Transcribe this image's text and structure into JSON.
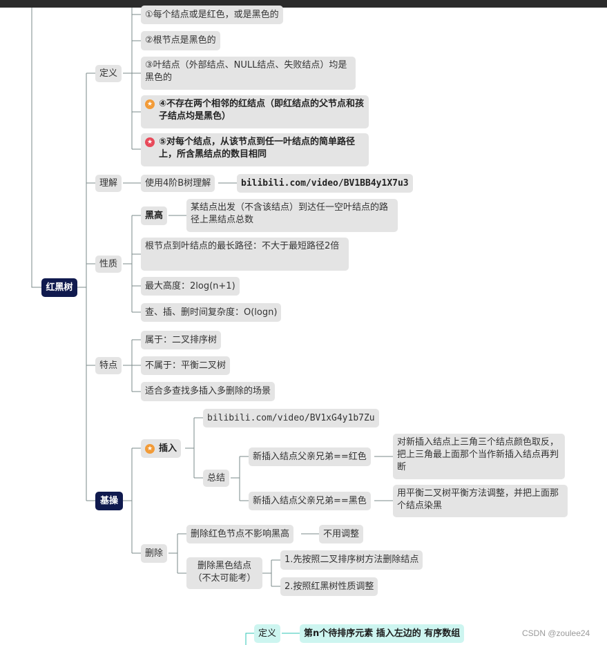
{
  "colors": {
    "root_bg": "#101a4e",
    "node_bg": "#e4e4e4",
    "line": "#7a8a8a",
    "teal_node": "#cdf5f0",
    "teal_line": "#2ec4b6",
    "badge_orange": "#f29b38",
    "badge_red": "#e84a5a"
  },
  "root": "红黑树",
  "def": {
    "label": "定义",
    "items": [
      "①每个结点或是红色，或是黑色的",
      "②根节点是黑色的",
      "③叶结点（外部结点、NULL结点、失败结点）均是黑色的",
      "④不存在两个相邻的红结点（即红结点的父节点和孩子结点均是黑色）",
      "⑤对每个结点，从该节点到任一叶结点的简单路径上，所含黑结点的数目相同"
    ],
    "icons": [
      "star-badge-orange",
      "star-badge-red"
    ]
  },
  "understand": {
    "label": "理解",
    "method": "使用4阶B树理解",
    "link": "bilibili.com/video/BV1BB4y1X7u3"
  },
  "props": {
    "label": "性质",
    "black_height": "黑高",
    "black_height_desc": "某结点出发（不含该结点）到达任一空叶结点的路径上黑结点总数",
    "longest_path": "根节点到叶结点的最长路径：不大于最短路径2倍",
    "max_height": "最大高度：2log(n+1)",
    "complexity": "查、插、删时间复杂度：O(logn)"
  },
  "features": {
    "label": "特点",
    "items": [
      "属于：二叉排序树",
      "不属于：平衡二叉树",
      "适合多查找多插入多删除的场景"
    ]
  },
  "ops": {
    "label": "基操",
    "insert": {
      "label": "插入",
      "link": "bilibili.com/video/BV1xG4y1b7Zu",
      "summary": "总结",
      "case_red": "新插入结点父亲兄弟==红色",
      "case_red_action": "对新插入结点上三角三个结点颜色取反，把上三角最上面那个当作新插入结点再判断",
      "case_black": "新插入结点父亲兄弟==黑色",
      "case_black_action": "用平衡二叉树平衡方法调整，并把上面那个结点染黑"
    },
    "delete": {
      "label": "删除",
      "red": "删除红色节点不影响黑高",
      "red_action": "不用调整",
      "black": "删除黑色结点（不太可能考）",
      "steps": [
        "1.先按照二叉排序树方法删除结点",
        "2.按照红黑树性质调整"
      ]
    }
  },
  "next_section": {
    "label": "定义",
    "text": "第n个待排序元素 插入左边的 有序数组"
  },
  "watermark": "CSDN @zoulee24"
}
